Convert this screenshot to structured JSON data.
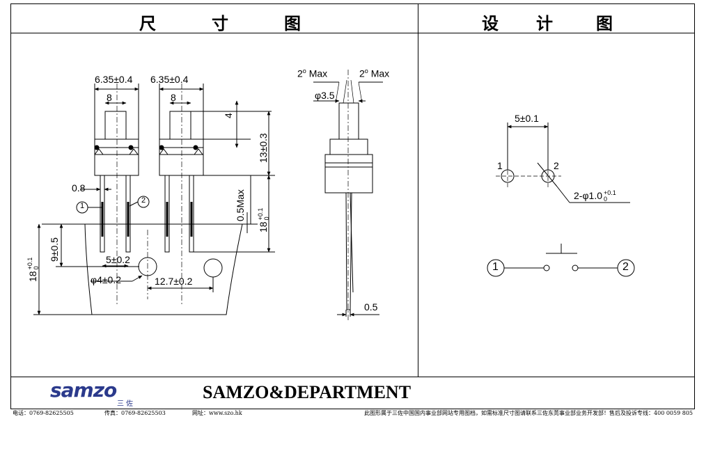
{
  "header": {
    "left_chars": [
      "尺",
      "寸",
      "图"
    ],
    "right_chars": [
      "设",
      "计",
      "图"
    ]
  },
  "dims": {
    "pitch_left": "6.35±0.4",
    "pitch_right": "6.35±0.4",
    "width_left": "8",
    "width_right": "8",
    "stem_height": "4",
    "body_height": "13±0.3",
    "lead_width": "0.8",
    "gap_max": "0.5Max",
    "lead_length_base": "18",
    "lead_length_tol": "+0.1",
    "lead_length_tol_low": "0",
    "tape_height": "9±0.5",
    "tape_total_base": "18",
    "tape_total_tol": "+0.1",
    "tape_total_tol_low": "0",
    "lead_pitch": "5±0.2",
    "hole_dia": "φ4±0.2",
    "hole_pitch": "12.7±0.2",
    "pin1_label": "①",
    "pin2_label": "②"
  },
  "side": {
    "angle_left_value": "2",
    "angle_left_unit": "Max",
    "angle_right_value": "2",
    "angle_right_unit": "Max",
    "degree_symbol": "o",
    "stem_dia": "φ3.5",
    "lead_thickness": "0.5"
  },
  "pcb": {
    "pin_spacing": "5±0.1",
    "pin1": "1",
    "pin2": "2",
    "hole_spec_base": "2-φ1.0",
    "hole_spec_tol": "+0.1",
    "hole_spec_tol_low": "0"
  },
  "schematic": {
    "terminal1": "1",
    "terminal2": "2"
  },
  "logo": {
    "brand": "samzo",
    "brand_cn": "三佐"
  },
  "company": "SAMZO&DEPARTMENT",
  "footer": {
    "phone": "电话：0769-82625505",
    "fax": "传真：0769-82625503",
    "website": "网址：www.szo.hk",
    "notice": "此图形属于三佐中国国内事业部网站专用图档，如需标准尺寸图请联系三佐东莞事业部业务开发部！售后及投诉专线：400 0059 805"
  },
  "colors": {
    "logo_blue": "#2b3a8c"
  }
}
